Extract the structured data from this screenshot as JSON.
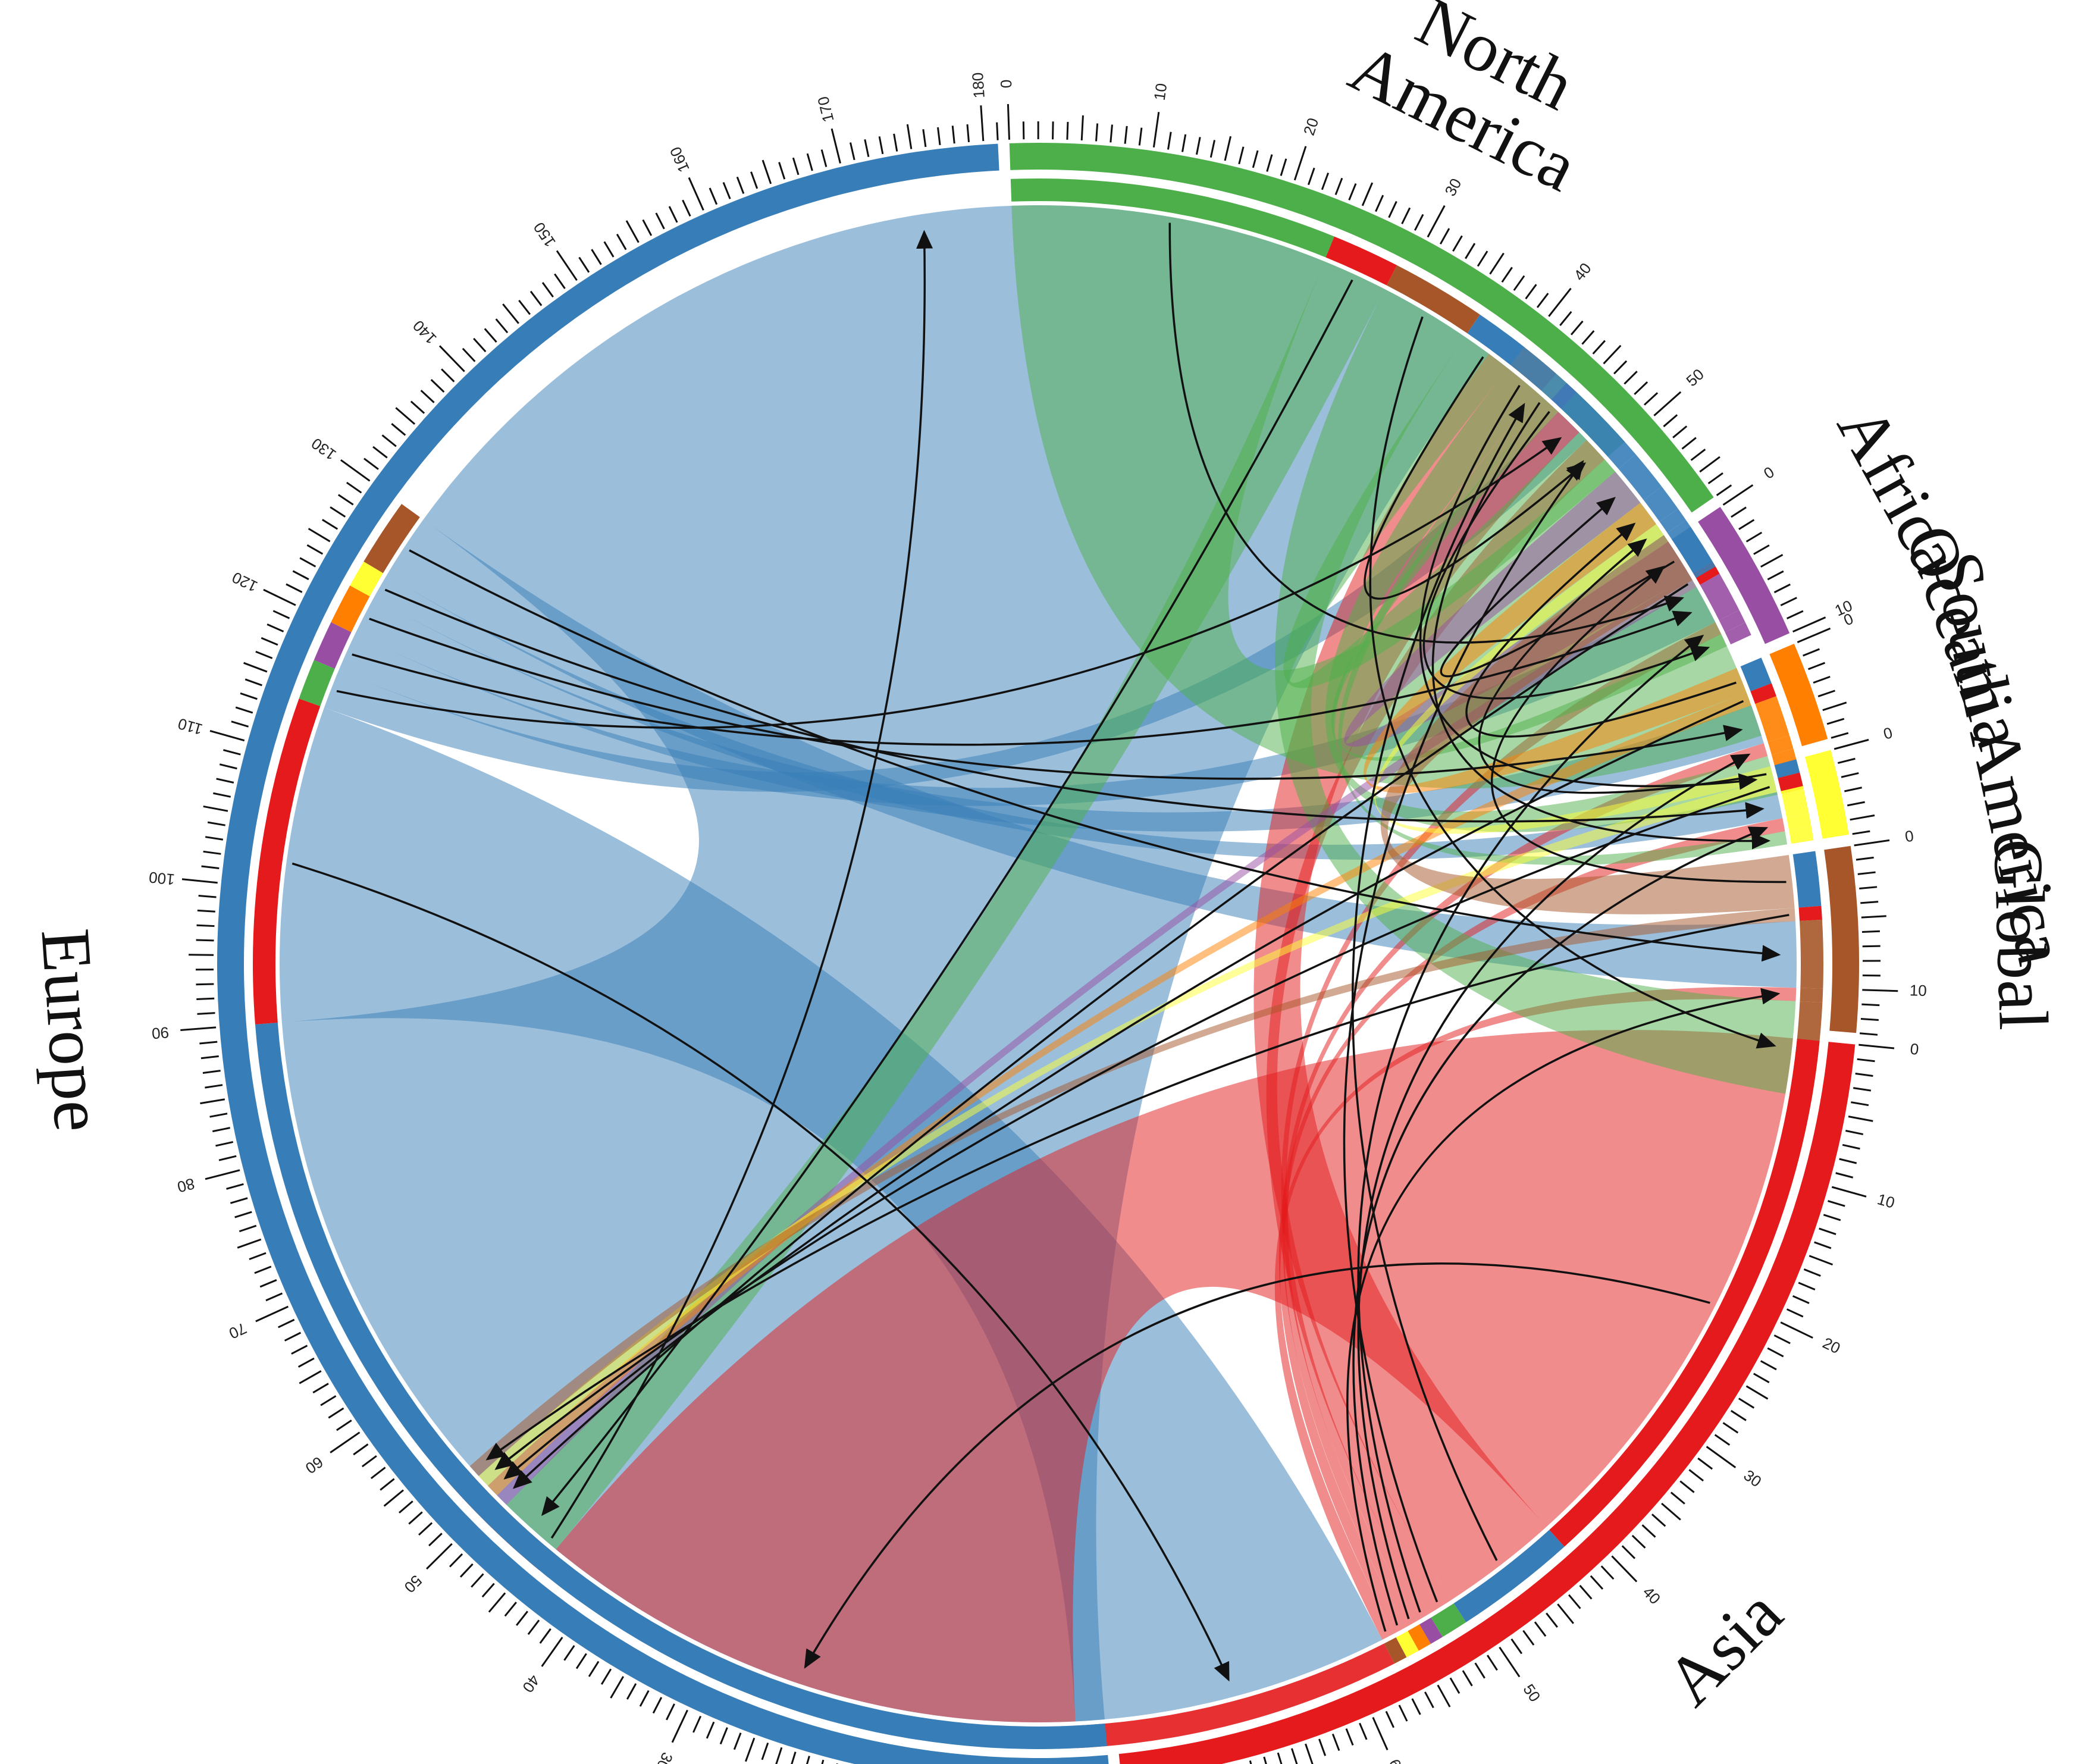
{
  "chart_data": {
    "type": "chord",
    "title": "",
    "regions": [
      {
        "name": "North America",
        "label_lines": [
          "North",
          "America"
        ],
        "size": 57,
        "color": "#4daf4a",
        "tick_step": 10
      },
      {
        "name": "Africa",
        "label_lines": [
          "Africa"
        ],
        "size": 10,
        "color": "#984ea3",
        "tick_step": 10
      },
      {
        "name": "Oceania",
        "label_lines": [
          "Oceania"
        ],
        "size": 7,
        "color": "#ff7f00",
        "tick_step": 10
      },
      {
        "name": "South America",
        "label_lines": [
          "South America"
        ],
        "size": 6,
        "color": "#ffff33",
        "tick_step": 10
      },
      {
        "name": "Global",
        "label_lines": [
          "Global"
        ],
        "size": 13,
        "color": "#a65628",
        "tick_step": 10
      },
      {
        "name": "Asia",
        "label_lines": [
          "Asia"
        ],
        "size": 78,
        "color": "#e41a1c",
        "tick_step": 10
      },
      {
        "name": "Europe",
        "label_lines": [
          "Europe"
        ],
        "size": 181,
        "color": "#377eb8",
        "tick_step": 10
      }
    ],
    "flows": [
      {
        "from": "Europe",
        "to": "Europe",
        "value": 90
      },
      {
        "from": "Europe",
        "to": "Asia",
        "value": 24
      },
      {
        "from": "Europe",
        "to": "North America",
        "value": 3
      },
      {
        "from": "Europe",
        "to": "Africa",
        "value": 3
      },
      {
        "from": "Europe",
        "to": "Oceania",
        "value": 3
      },
      {
        "from": "Europe",
        "to": "South America",
        "value": 2
      },
      {
        "from": "Europe",
        "to": "Global",
        "value": 5
      },
      {
        "from": "Asia",
        "to": "Asia",
        "value": 42
      },
      {
        "from": "Asia",
        "to": "Europe",
        "value": 9
      },
      {
        "from": "Asia",
        "to": "North America",
        "value": 2
      },
      {
        "from": "Asia",
        "to": "Africa",
        "value": 1
      },
      {
        "from": "Asia",
        "to": "Oceania",
        "value": 1
      },
      {
        "from": "Asia",
        "to": "South America",
        "value": 1
      },
      {
        "from": "Asia",
        "to": "Global",
        "value": 1
      },
      {
        "from": "North America",
        "to": "North America",
        "value": 24
      },
      {
        "from": "North America",
        "to": "Asia",
        "value": 5
      },
      {
        "from": "North America",
        "to": "Global",
        "value": 7
      },
      {
        "from": "North America",
        "to": "Europe",
        "value": 4
      },
      {
        "from": "North America",
        "to": "Oceania",
        "value": 3
      },
      {
        "from": "North America",
        "to": "South America",
        "value": 1
      },
      {
        "from": "North America",
        "to": "Africa",
        "value": 1
      },
      {
        "from": "Africa",
        "to": "Europe",
        "value": 3
      },
      {
        "from": "Africa",
        "to": "Asia",
        "value": 1
      },
      {
        "from": "Oceania",
        "to": "Europe",
        "value": 2
      },
      {
        "from": "Oceania",
        "to": "Asia",
        "value": 1
      },
      {
        "from": "South America",
        "to": "Europe",
        "value": 1
      },
      {
        "from": "South America",
        "to": "Asia",
        "value": 1
      },
      {
        "from": "Global",
        "to": "Europe",
        "value": 4
      },
      {
        "from": "Global",
        "to": "Asia",
        "value": 1
      }
    ]
  }
}
